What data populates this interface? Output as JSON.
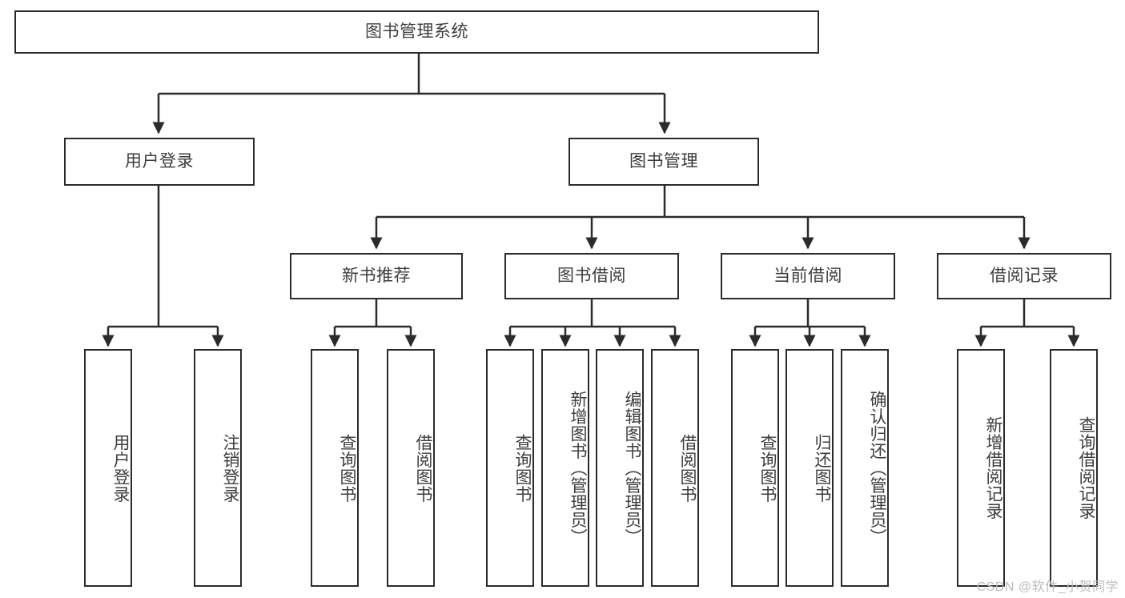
{
  "diagram": {
    "title": "图书管理系统",
    "type": "tree",
    "stroke_color": "#2b2b2b",
    "text_color": "#3d3d3d",
    "background": "#ffffff",
    "levels": {
      "root": {
        "label": "图书管理系统"
      },
      "level2": [
        {
          "label": "用户登录"
        },
        {
          "label": "图书管理"
        }
      ],
      "level3": [
        {
          "label": "新书推荐"
        },
        {
          "label": "图书借阅"
        },
        {
          "label": "当前借阅"
        },
        {
          "label": "借阅记录"
        }
      ],
      "leaves": {
        "user_login": [
          {
            "label": "用户登录"
          },
          {
            "label": "注销登录"
          }
        ],
        "new_book_recommend": [
          {
            "label": "查询图书"
          },
          {
            "label": "借阅图书"
          }
        ],
        "book_borrow": [
          {
            "label": "查询图书"
          },
          {
            "label": "新增图书（管理员）"
          },
          {
            "label": "编辑图书（管理员）"
          },
          {
            "label": "借阅图书"
          }
        ],
        "current_borrow": [
          {
            "label": "查询图书"
          },
          {
            "label": "归还图书"
          },
          {
            "label": "确认归还（管理员）"
          }
        ],
        "borrow_record": [
          {
            "label": "新增借阅记录"
          },
          {
            "label": "查询借阅记录"
          }
        ]
      }
    }
  },
  "watermark": {
    "text": "CSDN @软件_小贺同学"
  }
}
